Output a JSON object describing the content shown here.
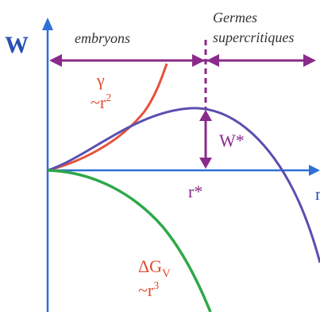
{
  "axes": {
    "y_label": "W",
    "x_label": "r"
  },
  "regions": {
    "left_label": "embryons",
    "right_label_line1": "Germes",
    "right_label_line2": "supercritiques"
  },
  "curves": {
    "surface": {
      "symbol": "γ",
      "scaling": "~r",
      "exponent": "2"
    },
    "volume": {
      "symbol_main": "ΔG",
      "symbol_sub": "V",
      "scaling": "~r",
      "exponent": "3"
    }
  },
  "critical": {
    "barrier_label": "W*",
    "radius_label": "r*"
  },
  "colors": {
    "axis": "#2f6fd6",
    "label_blue": "#2a4fb5",
    "arrow_purple": "#8a2a8a",
    "surface_curve": "#e8503a",
    "total_curve": "#5a4fb0",
    "volume_curve": "#2ea84a",
    "label_red": "#e24a2f"
  }
}
